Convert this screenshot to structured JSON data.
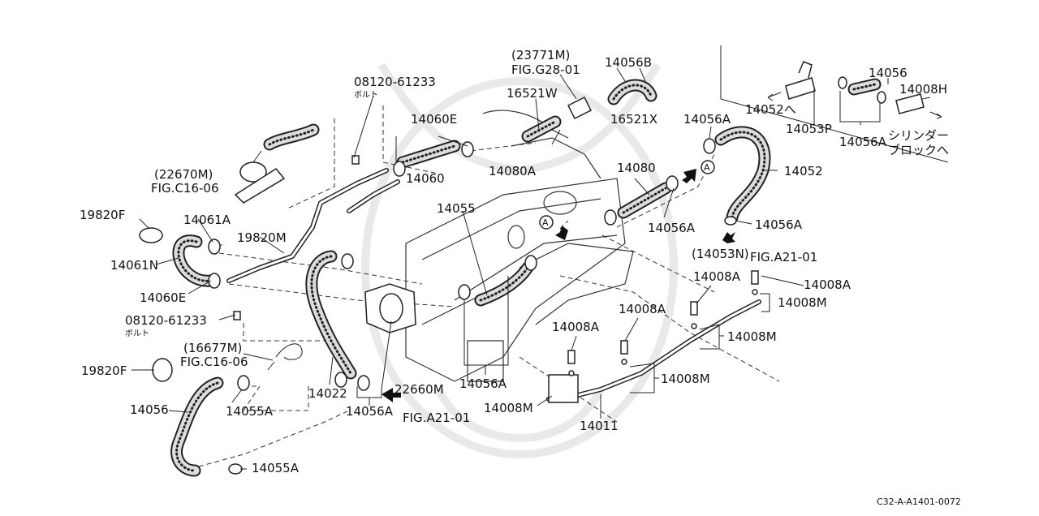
{
  "diagram": {
    "reference_code": "C32-A-A1401-0072",
    "callouts": {
      "p23771M": "(23771M)",
      "figG28": "FIG.G28-01",
      "p14056B": "14056B",
      "p14056_top": "14056",
      "p14008H": "14008H",
      "p08120_top": "08120-61233",
      "bolt_top": "ボルト",
      "p16521W": "16521W",
      "p14060E_top": "14060E",
      "p16521X": "16521X",
      "p14052he": "14052へ",
      "p14053P": "14053P",
      "p14056A_cyl": "14056A",
      "cyl1": "シリンダー",
      "cyl2": "ブロックへ",
      "p14056A_mid": "14056A",
      "p22670M": "(22670M)",
      "figC16_top": "FIG.C16-06",
      "p14060": "14060",
      "p14080A": "14080A",
      "p14080": "14080",
      "p14052": "14052",
      "p19820F_top": "19820F",
      "p14061A": "14061A",
      "p14055": "14055",
      "p14056A_r1": "14056A",
      "p14056A_r2": "14056A",
      "p19820M": "19820M",
      "p14061N": "14061N",
      "p14053N": "(14053N)",
      "figA21_right": "FIG.A21-01",
      "p14060E_bot": "14060E",
      "p14008A_1": "14008A",
      "p14008A_2": "14008A",
      "p14008M_1": "14008M",
      "p08120_bot": "08120-61233",
      "bolt_bot": "ボルト",
      "p14008A_3": "14008A",
      "p14008A_4": "14008A",
      "p14008M_2": "14008M",
      "p16677M": "(16677M)",
      "figC16_bot": "FIG.C16-06",
      "p14008M_3": "14008M",
      "p19820F_bot": "19820F",
      "p14022": "14022",
      "p22660M": "22660M",
      "p14056A_bot": "14056A",
      "p14056A_low": "14056A",
      "p14008M_4": "14008M",
      "p14056_left": "14056",
      "p14055A_1": "14055A",
      "figA21_bot": "FIG.A21-01",
      "p14011": "14011",
      "p14055A_2": "14055A",
      "marker_a": "A"
    }
  }
}
